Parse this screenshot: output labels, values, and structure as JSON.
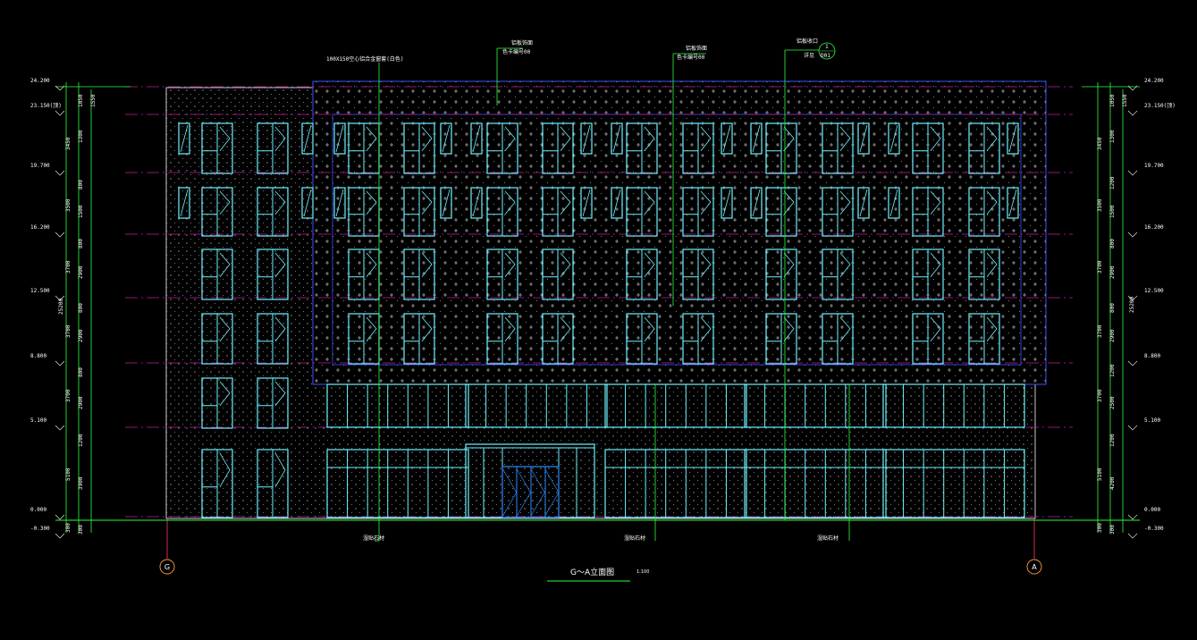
{
  "drawing": {
    "title": "G～A立面图",
    "scale": "1:100",
    "axis_left": "G",
    "axis_right": "A",
    "total_height": "25200"
  },
  "elevations": {
    "left": [
      "24.200",
      "23.150(顶)",
      "19.700",
      "16.200",
      "12.500",
      "8.800",
      "5.100",
      "0.000",
      "-0.300"
    ],
    "right": [
      "24.200",
      "23.150(顶)",
      "19.700",
      "16.200",
      "12.500",
      "8.800",
      "5.100",
      "0.000",
      "-0.300"
    ]
  },
  "dims_outer": [
    "3450",
    "3500",
    "3700",
    "3700",
    "3700",
    "5100",
    "300"
  ],
  "dims_inner_left": [
    "1050",
    "1550",
    "1300",
    "800",
    "1500",
    "800",
    "2900",
    "800",
    "2900",
    "800",
    "2900",
    "1200",
    "3900",
    "300"
  ],
  "dims_inner_right": [
    "1050",
    "1550",
    "1300",
    "1200",
    "1500",
    "800",
    "2900",
    "800",
    "2900",
    "1200",
    "2500",
    "1200",
    "4200",
    "300"
  ],
  "callouts": {
    "top1": "100X150空心铝合金窗套(白色)",
    "top2_a": "铝板饰面",
    "top2_b": "色卡编号00",
    "top3_a": "铝板饰面",
    "top3_b": "色卡编号00",
    "top4_a": "铝板收口",
    "top4_b": "详见",
    "detail_num": "1",
    "detail_ref": "D01",
    "bottom1": "湿贴石材",
    "bottom2": "湿贴石材",
    "bottom3": "湿贴石材"
  },
  "colors": {
    "background": "#000000",
    "window": "#6ef3ff",
    "curtain": "#3b52ff",
    "level": "#c21ea0",
    "leader": "#2bff3a",
    "axis": "#ff3b6b",
    "wall": "#ffffff"
  }
}
